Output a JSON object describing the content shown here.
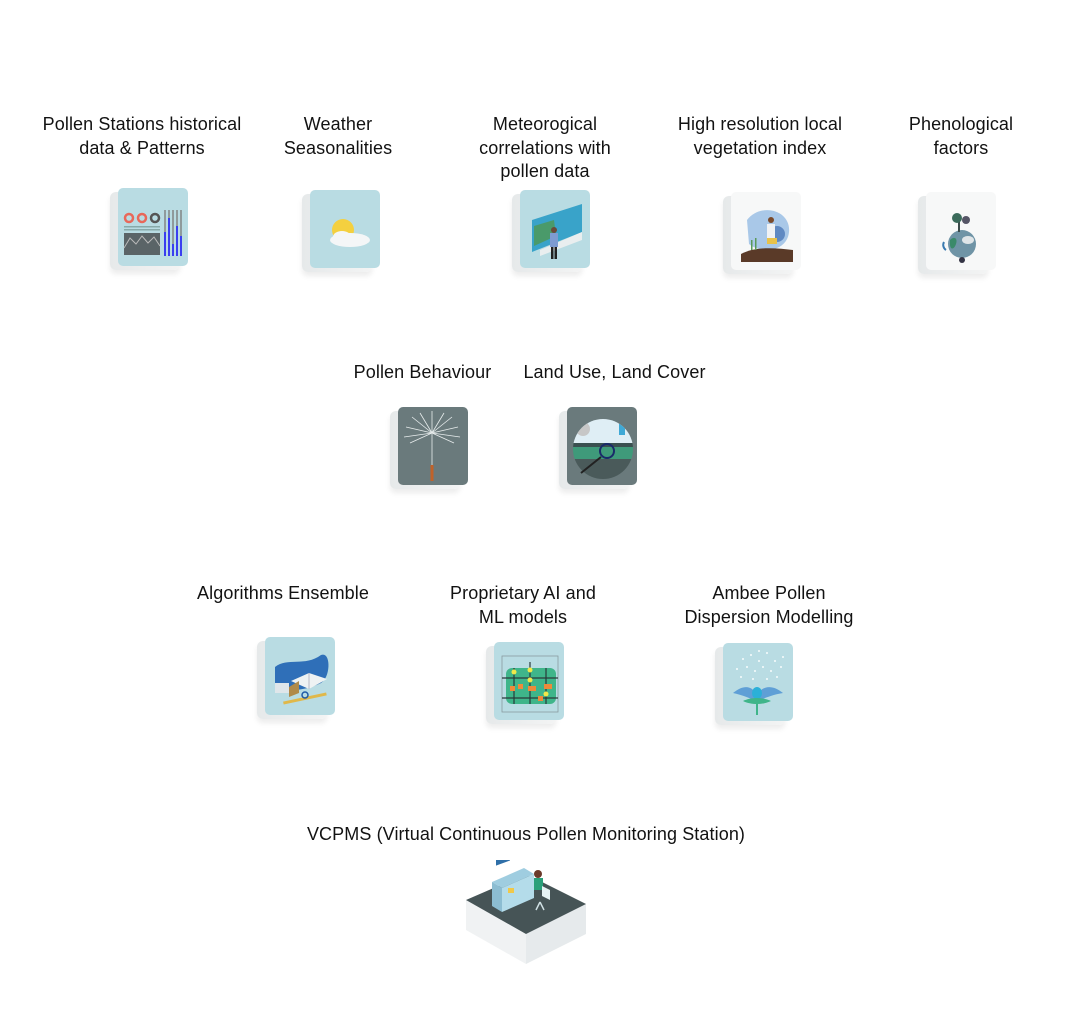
{
  "diagram": {
    "rows": [
      {
        "name": "data-sources",
        "nodes": [
          {
            "id": "pollen-stations",
            "label_lines": [
              "Pollen Stations historical",
              "data & Patterns"
            ],
            "icon": "dashboard-chart-icon"
          },
          {
            "id": "weather-seasonalities",
            "label_lines": [
              "Weather",
              "Seasonalities"
            ],
            "icon": "sun-cloud-icon"
          },
          {
            "id": "meteorological-correlations",
            "label_lines": [
              "Meteorogical",
              "correlations with",
              "pollen data"
            ],
            "icon": "presenter-map-icon"
          },
          {
            "id": "vegetation-index",
            "label_lines": [
              "High resolution local",
              "vegetation index"
            ],
            "icon": "gardener-plant-icon"
          },
          {
            "id": "phenological-factors",
            "label_lines": [
              "Phenological",
              "factors"
            ],
            "icon": "globe-trees-icon"
          }
        ]
      },
      {
        "name": "behaviour-landcover",
        "nodes": [
          {
            "id": "pollen-behaviour",
            "label_lines": [
              "Pollen Behaviour"
            ],
            "icon": "dandelion-seed-icon"
          },
          {
            "id": "land-use",
            "label_lines": [
              "Land Use, Land Cover"
            ],
            "icon": "magnifier-soil-icon"
          }
        ]
      },
      {
        "name": "modelling",
        "nodes": [
          {
            "id": "algorithms-ensemble",
            "label_lines": [
              "Algorithms Ensemble"
            ],
            "icon": "blueprint-book-icon"
          },
          {
            "id": "ai-ml-models",
            "label_lines": [
              "Proprietary  AI and",
              "ML models"
            ],
            "icon": "circuit-network-icon"
          },
          {
            "id": "dispersion-modelling",
            "label_lines": [
              "Ambee Pollen",
              "Dispersion Modelling"
            ],
            "icon": "flower-pollen-icon"
          }
        ]
      },
      {
        "name": "output",
        "nodes": [
          {
            "id": "vcpms",
            "label_lines": [
              "VCPMS (Virtual Continuous Pollen Monitoring Station)"
            ],
            "icon": "monitoring-desk-icon"
          }
        ]
      }
    ]
  }
}
